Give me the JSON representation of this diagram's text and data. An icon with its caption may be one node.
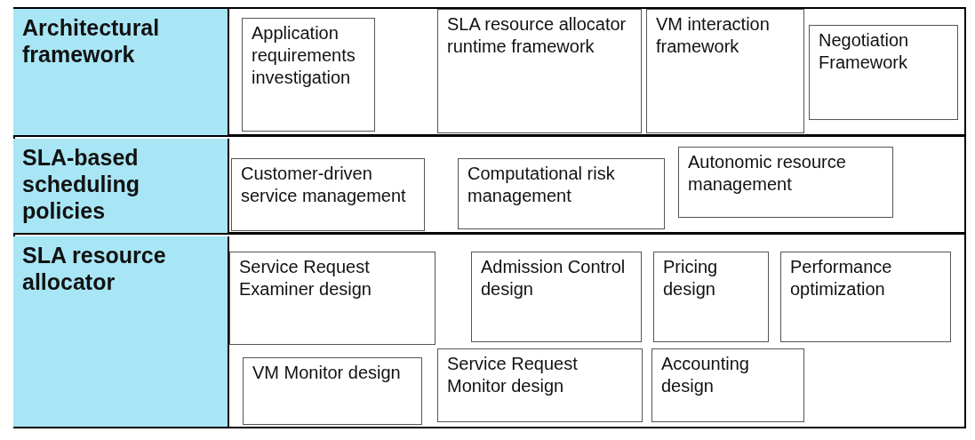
{
  "diagram": {
    "nodes": [
      {
        "text": [
          "Architectural framework"
        ]
      },
      {
        "text": [
          "Application requirements investigation"
        ]
      },
      {
        "text": [
          "SLA resource allocator runtime framework"
        ]
      },
      {
        "text": [
          "VM interaction framework"
        ]
      },
      {
        "text": [
          "Negotiation Framework"
        ]
      },
      {
        "text": [
          "SLA-based scheduling policies"
        ]
      },
      {
        "text": [
          "Customer-driven service management"
        ]
      },
      {
        "text": [
          "Computational risk management"
        ]
      },
      {
        "text": [
          "Autonomic resource management"
        ]
      },
      {
        "text": [
          "SLA resource allocator"
        ]
      },
      {
        "text": [
          "Service Request Examiner design"
        ]
      },
      {
        "text": [
          "Admission Control design"
        ]
      },
      {
        "text": [
          "Pricing design"
        ]
      },
      {
        "text": [
          "Performance optimization"
        ]
      },
      {
        "text": [
          "VM Monitor design"
        ]
      },
      {
        "text": [
          "Service Request Monitor design"
        ]
      },
      {
        "text": [
          "Accounting design"
        ]
      }
    ]
  }
}
